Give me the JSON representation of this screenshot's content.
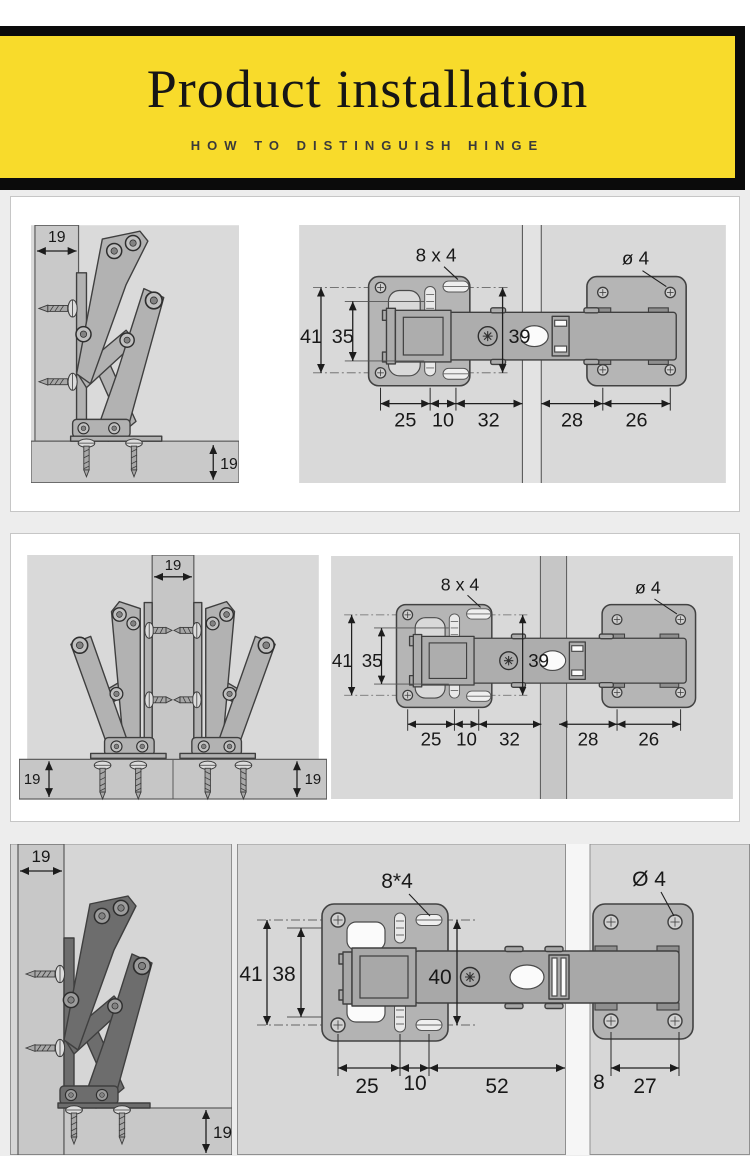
{
  "banner": {
    "title": "Product installation",
    "subtitle": "HOW TO DISTINGUISH HINGE"
  },
  "colors": {
    "banner_bg": "#F8DB2B",
    "banner_frame": "#0B0B0B",
    "page_bg": "#EDEDED",
    "metal_light": "#B2B2B2",
    "metal_dark": "#6D6D6D"
  },
  "panels": [
    {
      "side_view": {
        "board_width": "19",
        "board_thickness": "19"
      },
      "top_view": {
        "slot_size": "8 x 4",
        "hole_size": "ø 4",
        "v1": "41",
        "v2": "35",
        "v3": "39",
        "b1": "25",
        "b2": "10",
        "b3": "32",
        "b4": "28",
        "b5": "26"
      }
    },
    {
      "front_view": {
        "partition_width": "19",
        "left_board_thickness": "19",
        "right_board_thickness": "19"
      },
      "top_view": {
        "slot_size": "8 x 4",
        "hole_size": "ø 4",
        "v1": "41",
        "v2": "35",
        "v3": "39",
        "b1": "25",
        "b2": "10",
        "b3": "32",
        "b4": "28",
        "b5": "26"
      }
    },
    {
      "side_view": {
        "board_width": "19",
        "board_thickness": "19"
      },
      "top_view": {
        "slot_size": "8*4",
        "hole_size": "Ø 4",
        "v1": "41",
        "v2": "38",
        "v3": "40",
        "b1": "25",
        "b2": "10",
        "b3": "52",
        "b4": "8",
        "b5": "27"
      }
    }
  ]
}
